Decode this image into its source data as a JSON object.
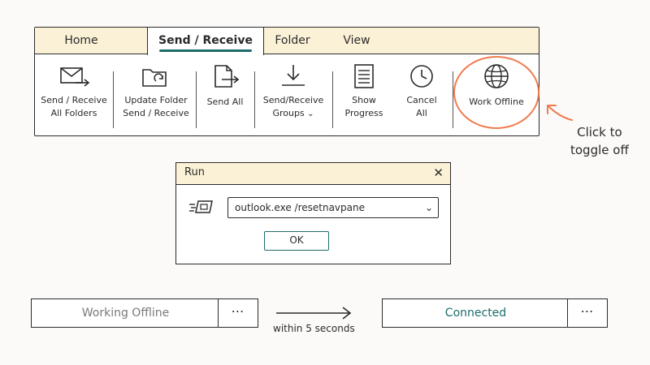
{
  "ribbon": {
    "tabs": [
      {
        "label": "Home"
      },
      {
        "label": "Send / Receive",
        "active": true
      },
      {
        "label": "Folder"
      },
      {
        "label": "View"
      }
    ],
    "commands": [
      {
        "label": "Send / Receive\nAll Folders",
        "icon": "mail-send-icon"
      },
      {
        "label": "Update Folder\nSend / Receive",
        "icon": "folder-sync-icon"
      },
      {
        "label": "Send All",
        "icon": "document-send-icon"
      },
      {
        "label": "Send/Receive\nGroups",
        "icon": "download-icon"
      },
      {
        "label": "Show\nProgress",
        "icon": "list-document-icon"
      },
      {
        "label": "Cancel\nAll",
        "icon": "clock-icon"
      },
      {
        "label": "Work Offline",
        "icon": "globe-icon"
      }
    ]
  },
  "callout": {
    "text": "Click to\ntoggle off"
  },
  "run_dialog": {
    "title": "Run",
    "close": "✕",
    "input_value": "outlook.exe /resetnavpane",
    "ok_label": "OK"
  },
  "status": {
    "before": {
      "text": "Working Offline"
    },
    "after": {
      "text": "Connected"
    },
    "more": "⋯",
    "transition": "within 5 seconds"
  },
  "colors": {
    "accent_teal": "#1e6b6b",
    "highlight_orange": "#f07b4f",
    "tab_bar_bg": "#fbf1d6"
  }
}
